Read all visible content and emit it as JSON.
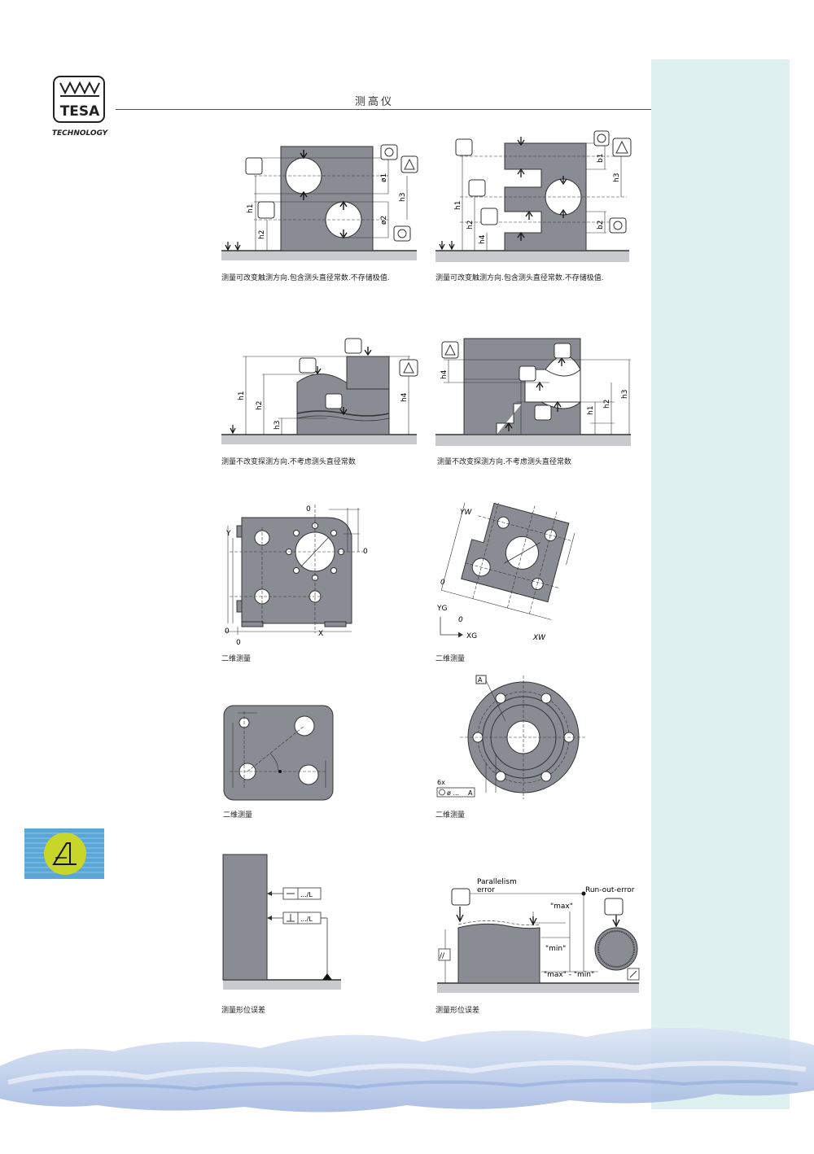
{
  "header": {
    "title": "测高仪"
  },
  "logo": {
    "brand": "TESA",
    "tagline": "TECHNOLOGY"
  },
  "colors": {
    "part": "#8a8c93",
    "sidebar": "#dff0f0",
    "base": "#c9cacd",
    "badge_bg": "#5aa6d6",
    "badge_fg": "#c8d62a"
  },
  "figures": {
    "f1": {
      "caption": "测量可改变触测方向.包含测头直径常数.不存储极值.",
      "labels": [
        "h1",
        "h2",
        "h3",
        "ø1",
        "ø2"
      ]
    },
    "f2": {
      "caption": "测量可改变触测方向.包含测头直径常数.不存储极值.",
      "labels": [
        "h1",
        "h2",
        "h3",
        "h4",
        "b1",
        "b2"
      ]
    },
    "f3": {
      "caption": "测量不改变探测方向.不考虑测头直径常数",
      "labels": [
        "h1",
        "h2",
        "h3",
        "h4"
      ]
    },
    "f4": {
      "caption": "测量不改变探测方向.不考虑测头直径常数",
      "labels": [
        "h1",
        "h2",
        "h3",
        "h4"
      ]
    },
    "f5": {
      "caption": "二维测量",
      "labels": [
        "Y",
        "X",
        "0",
        "0",
        "0",
        "0"
      ]
    },
    "f6": {
      "caption": "二维测量",
      "labels": [
        "YW",
        "XW",
        "YG",
        "XG",
        "0",
        "0"
      ]
    },
    "f7": {
      "caption": "二维测量"
    },
    "f8": {
      "caption": "二维测量",
      "labels": [
        "A",
        "6x",
        "ø ...",
        "A"
      ]
    },
    "f9": {
      "caption": "测量形位误差",
      "labels": [
        ".../L",
        ".../L"
      ]
    },
    "f10": {
      "caption": "测量形位误差",
      "labels": [
        "Parallelism",
        "error",
        "Run-out-error",
        "\"max\"",
        "\"min\"",
        "\"max\" - \"min\"",
        "//"
      ]
    }
  }
}
